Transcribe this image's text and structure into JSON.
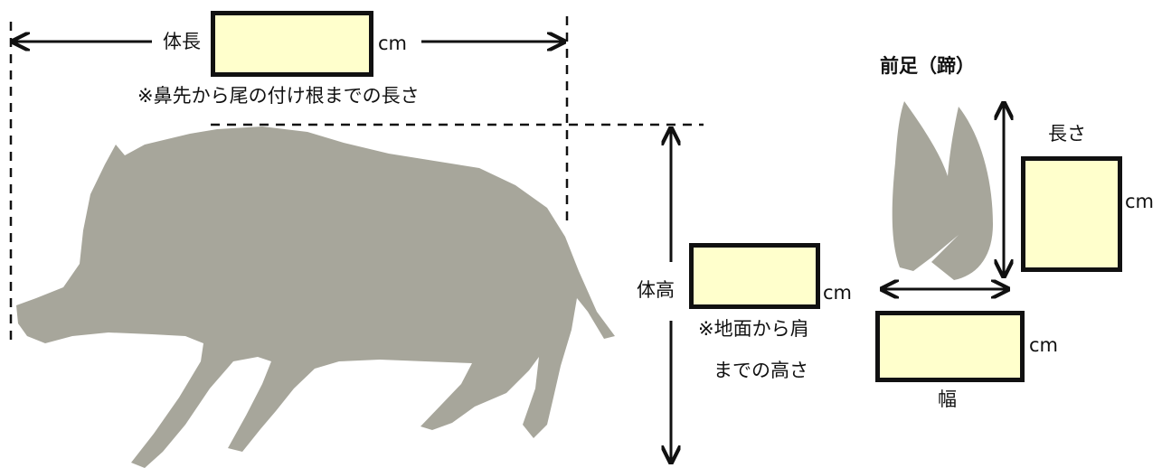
{
  "body_length": {
    "label": "体長",
    "unit": "cm",
    "note": "※鼻先から尾の付け根までの長さ",
    "value": ""
  },
  "body_height": {
    "label": "体高",
    "unit": "cm",
    "note_line1": "※地面から肩",
    "note_line2": "までの高さ",
    "value": ""
  },
  "forefoot": {
    "title": "前足（蹄）",
    "length_label": "長さ",
    "length_unit": "cm",
    "width_label": "幅",
    "width_unit": "cm",
    "length_value": "",
    "width_value": ""
  },
  "colors": {
    "silhouette": "#a7a69b",
    "input_fill": "#ffffcc",
    "line": "#111111"
  },
  "icons": {
    "animal": "wild-boar-silhouette",
    "hoof": "hoof-silhouette"
  }
}
